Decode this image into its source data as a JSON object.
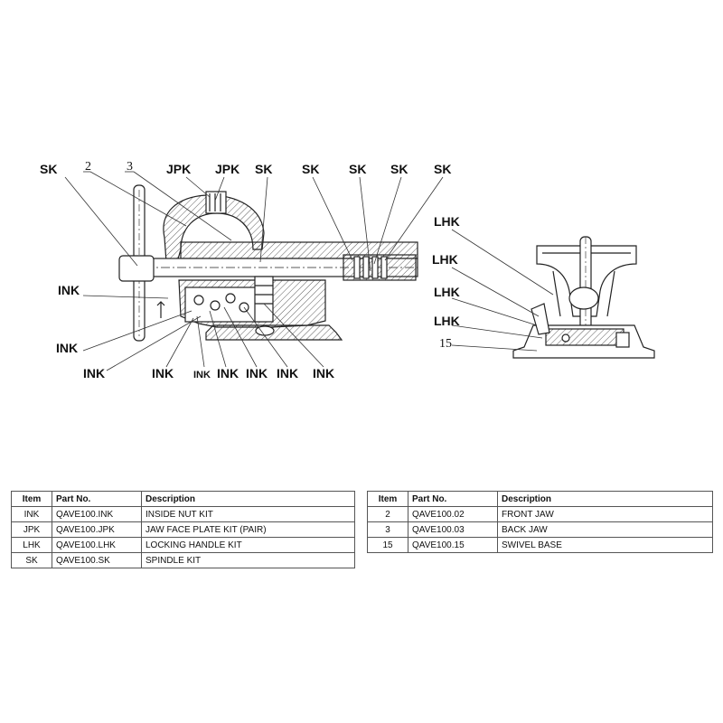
{
  "callouts": {
    "top": [
      "SK",
      "2",
      "3",
      "JPK",
      "JPK",
      "SK",
      "SK",
      "SK",
      "SK",
      "SK"
    ],
    "left": [
      "INK",
      "INK",
      "INK"
    ],
    "bottom": [
      "INK",
      "INK",
      "INK",
      "INK",
      "INK",
      "INK"
    ],
    "side": [
      "LHK",
      "LHK",
      "LHK",
      "LHK",
      "15"
    ]
  },
  "tables": {
    "headers": [
      "Item",
      "Part No.",
      "Description"
    ],
    "left": [
      [
        "INK",
        "QAVE100.INK",
        "INSIDE NUT KIT"
      ],
      [
        "JPK",
        "QAVE100.JPK",
        "JAW FACE PLATE KIT (PAIR)"
      ],
      [
        "LHK",
        "QAVE100.LHK",
        "LOCKING HANDLE KIT"
      ],
      [
        "SK",
        "QAVE100.SK",
        "SPINDLE KIT"
      ]
    ],
    "right": [
      [
        "2",
        "QAVE100.02",
        "FRONT JAW"
      ],
      [
        "3",
        "QAVE100.03",
        "BACK JAW"
      ],
      [
        "15",
        "QAVE100.15",
        "SWIVEL BASE"
      ]
    ]
  }
}
